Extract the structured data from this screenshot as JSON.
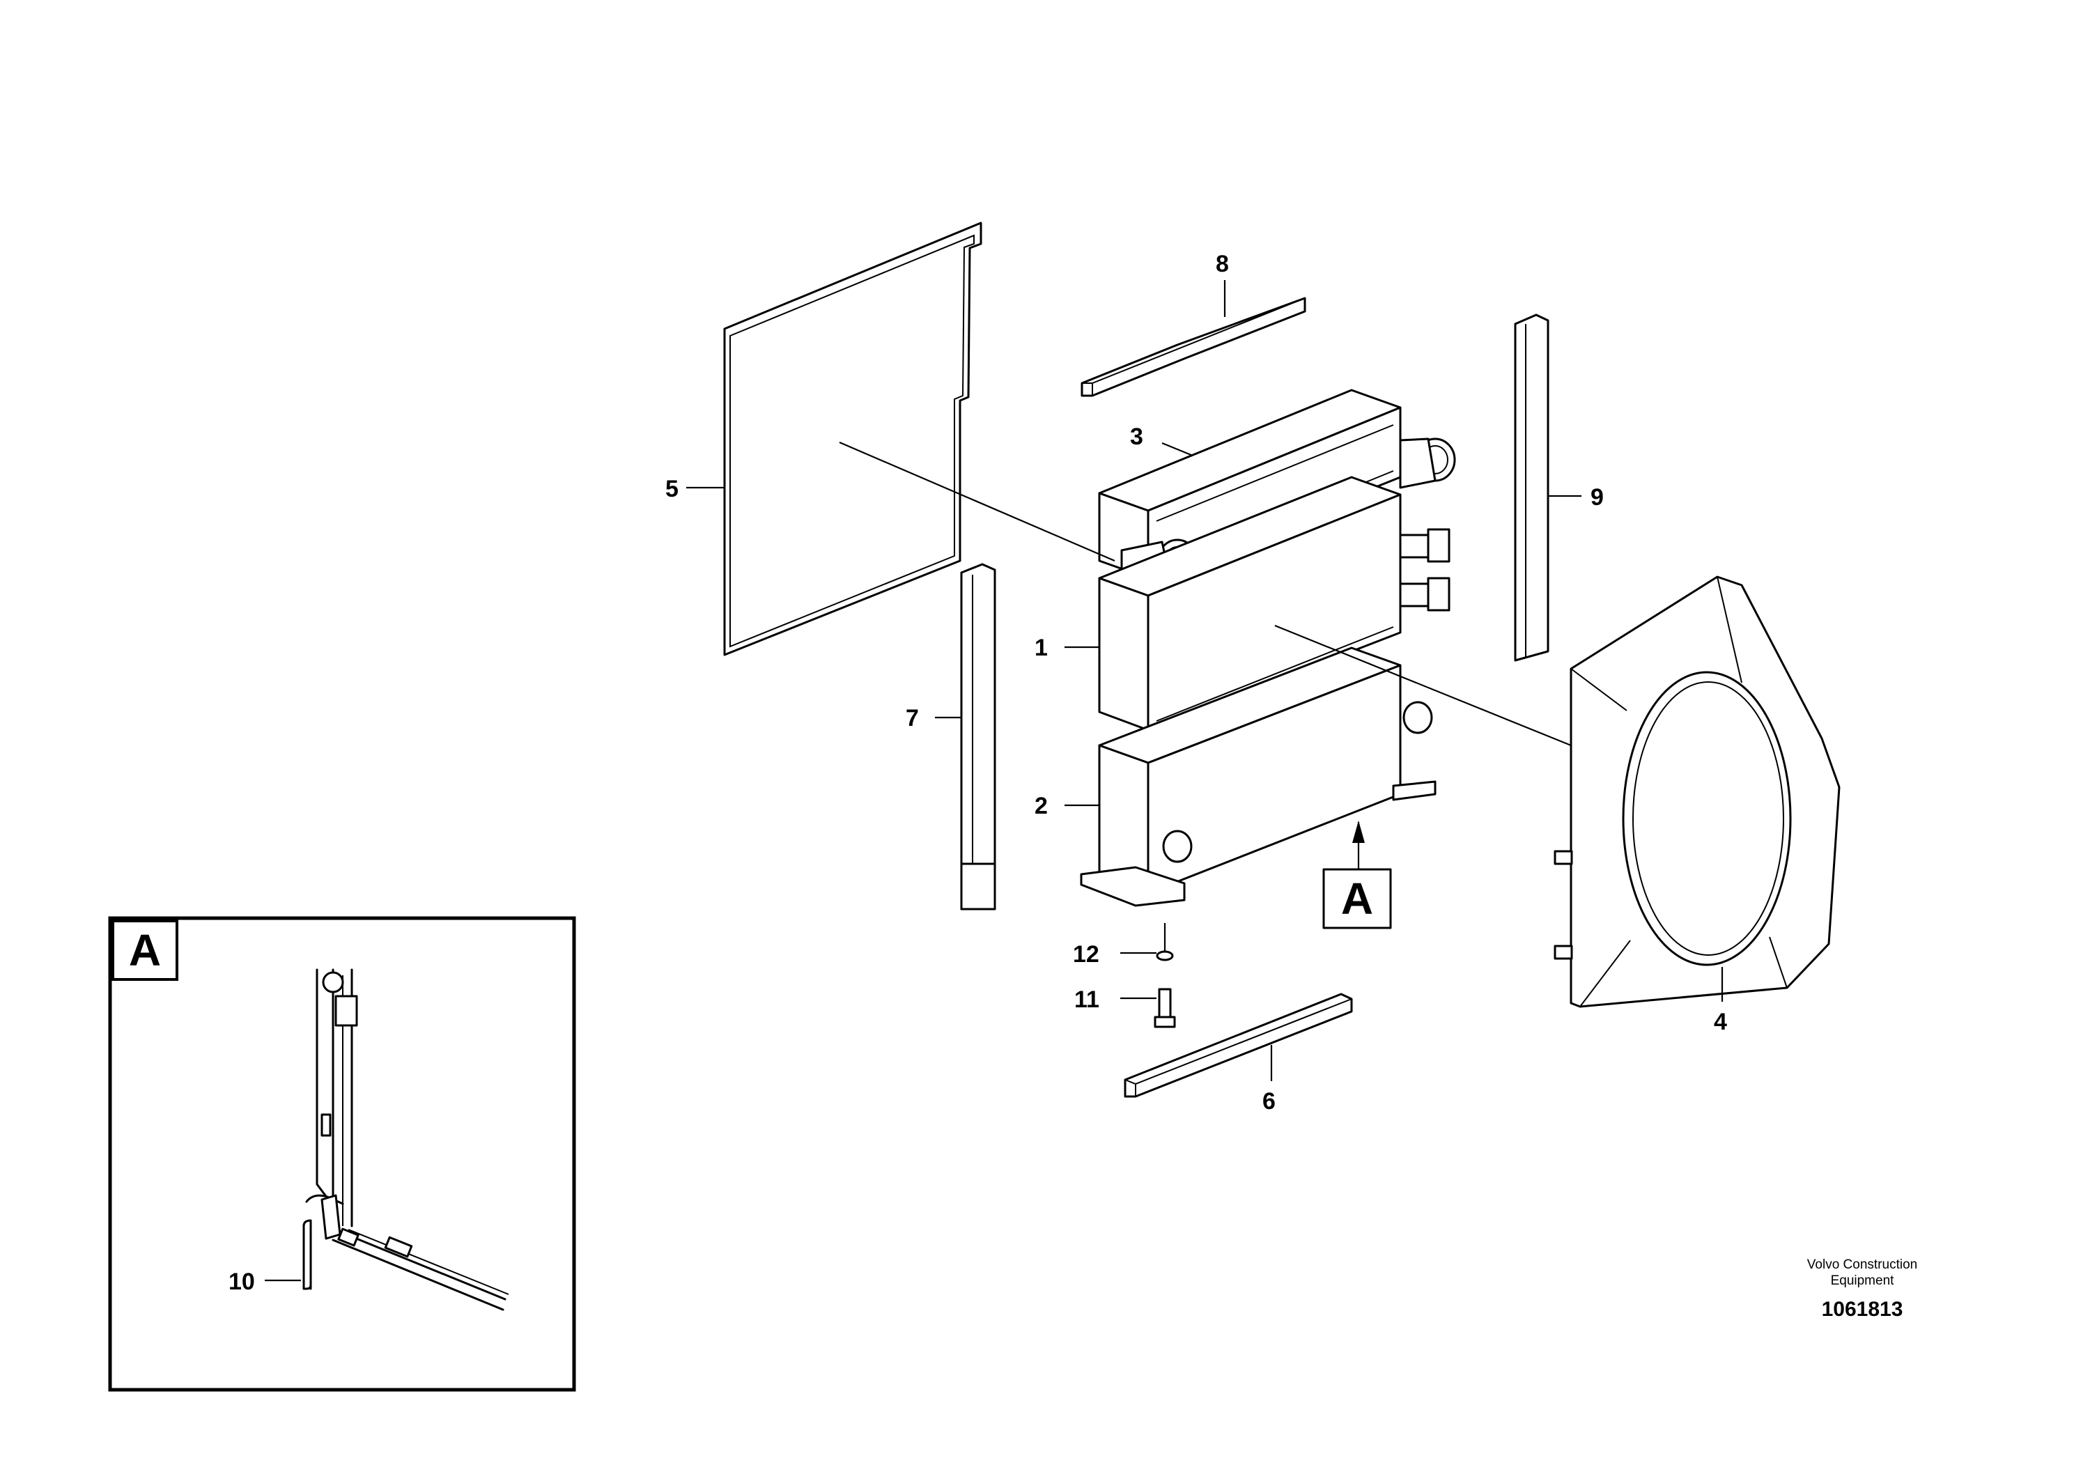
{
  "callouts": {
    "c1": "1",
    "c2": "2",
    "c3": "3",
    "c4": "4",
    "c5": "5",
    "c6": "6",
    "c7": "7",
    "c8": "8",
    "c9": "9",
    "c10": "10",
    "c11": "11",
    "c12": "12"
  },
  "detail_marker": "A",
  "inset_label": "A",
  "caption": {
    "line1": "Volvo Construction",
    "line2": "Equipment",
    "number": "1061813"
  }
}
